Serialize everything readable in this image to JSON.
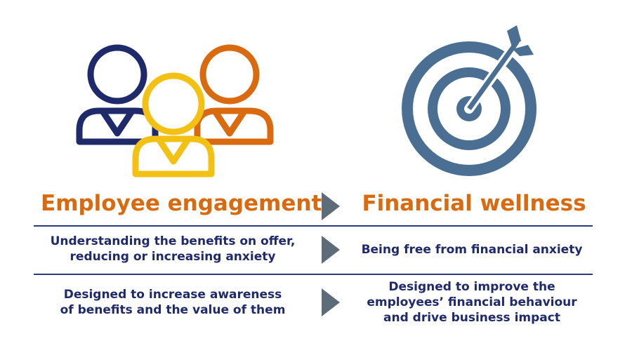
{
  "colors": {
    "orange": "#d96a0f",
    "navy": "#1f2a6b",
    "yellow": "#f3c114",
    "steel": "#4a6f93",
    "arrow": "#5e6b78",
    "rule": "#2b3a7a"
  },
  "icons": {
    "left": "people-group-icon",
    "right": "target-with-arrow-icon"
  },
  "headings": {
    "left": "Employee engagement",
    "right": "Financial wellness"
  },
  "rows": [
    {
      "left": [
        "Understanding the benefits on offer,",
        "reducing or increasing anxiety"
      ],
      "right": [
        "Being free from financial anxiety"
      ]
    },
    {
      "left": [
        "Designed to increase awareness",
        "of benefits and the value of them"
      ],
      "right": [
        "Designed to improve the",
        "employees’ financial behaviour",
        "and drive business impact"
      ]
    }
  ]
}
